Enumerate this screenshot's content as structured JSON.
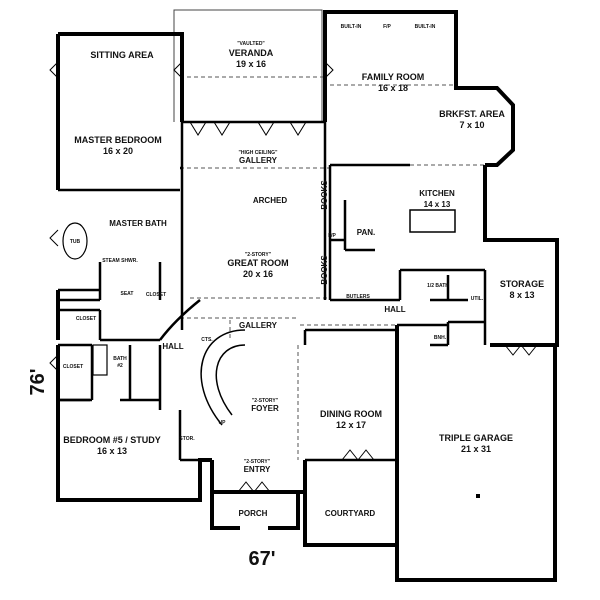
{
  "overall_width_label": "67'",
  "overall_depth_label": "76'",
  "rooms": {
    "sitting_area": {
      "name": "SITTING AREA"
    },
    "veranda": {
      "note": "\"VAULTED\"",
      "name": "VERANDA",
      "size": "19 x 16"
    },
    "family_room": {
      "name": "FAMILY ROOM",
      "size": "16 x 18"
    },
    "builtin_left": {
      "name": "BUILT-IN"
    },
    "builtin_right": {
      "name": "BUILT-IN"
    },
    "fireplace_family": {
      "name": "F/P"
    },
    "breakfast_area": {
      "name": "BRKFST. AREA",
      "size": "7 x 10"
    },
    "master_bedroom": {
      "name": "MASTER BEDROOM",
      "size": "16 x 20"
    },
    "gallery_top": {
      "note": "\"HIGH CEILING\"",
      "name": "GALLERY"
    },
    "arched": {
      "name": "ARCHED"
    },
    "books_upper": {
      "name": "BOOKS"
    },
    "books_lower": {
      "name": "BOOKS"
    },
    "fireplace_great": {
      "name": "F/P"
    },
    "pantry": {
      "name": "PAN."
    },
    "kitchen": {
      "name": "KITCHEN",
      "size": "14 x 13"
    },
    "tub": {
      "name": "TUB"
    },
    "master_bath": {
      "name": "MASTER BATH"
    },
    "steam_shower": {
      "name": "STEAM SHWR."
    },
    "seat": {
      "name": "SEAT"
    },
    "closet_master": {
      "name": "CLOSET"
    },
    "great_room": {
      "note": "\"2-STORY\"",
      "name": "GREAT ROOM",
      "size": "20 x 16"
    },
    "storage": {
      "name": "STORAGE",
      "size": "8 x 13"
    },
    "butlers": {
      "name": "BUTLERS"
    },
    "half_bath": {
      "name": "1/2 BATH"
    },
    "utility": {
      "name": "UTIL."
    },
    "hall_right": {
      "name": "HALL"
    },
    "bench": {
      "name": "BNH."
    },
    "closet_left": {
      "name": "CLOSET"
    },
    "gallery_mid": {
      "name": "GALLERY"
    },
    "hall_left": {
      "name": "HALL"
    },
    "cts": {
      "name": "CTS."
    },
    "closet_bath2": {
      "name": "CLOSET"
    },
    "bath2": {
      "name": "BATH",
      "number": "#2"
    },
    "foyer": {
      "note": "\"2-STORY\"",
      "name": "FOYER"
    },
    "up": {
      "name": "UP"
    },
    "dining_room": {
      "name": "DINING ROOM",
      "size": "12 x 17"
    },
    "triple_garage": {
      "name": "TRIPLE GARAGE",
      "size": "21 x 31"
    },
    "bedroom5": {
      "name": "BEDROOM #5 / STUDY",
      "size": "16 x 13"
    },
    "stor": {
      "name": "STOR."
    },
    "entry": {
      "note": "\"2-STORY\"",
      "name": "ENTRY"
    },
    "porch": {
      "name": "PORCH"
    },
    "courtyard": {
      "name": "COURTYARD"
    }
  }
}
